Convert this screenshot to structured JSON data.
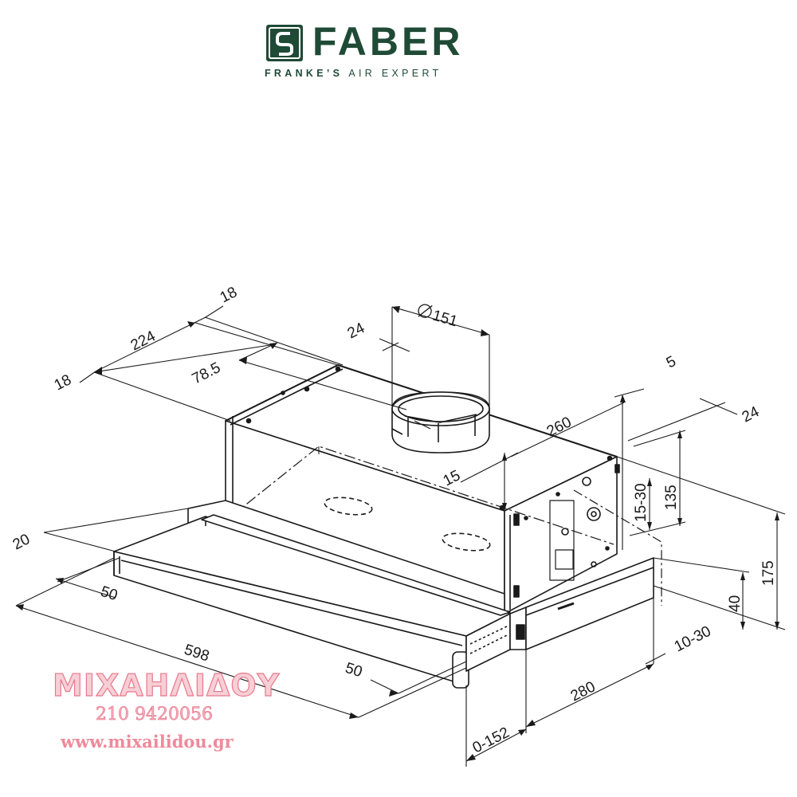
{
  "brand": {
    "name": "FABER",
    "tagline_bold": "FRANKE’S",
    "tagline_rest": " AIR EXPERT",
    "color": "#1f4a36"
  },
  "dimensions": {
    "top_18_upper": "18",
    "top_224": "224",
    "top_18_lower": "18",
    "top_78_5": "78.5",
    "top_24": "24",
    "outlet_dia": "151",
    "right_5": "5",
    "right_260": "260",
    "right_24": "24",
    "inner_15": "15",
    "right_15_30": "15-30",
    "right_135": "135",
    "right_175": "175",
    "right_40": "40",
    "right_10_30": "10-30",
    "bottom_280": "280",
    "bottom_0_152": "0-152",
    "front_598": "598",
    "front_50_left": "50",
    "front_50_right": "50",
    "front_20": "20"
  },
  "watermark": {
    "name": "ΜΙΧΑΗΛΙΔΟΥ",
    "phone": "210 9420056",
    "url": "www.mixailidou.gr"
  }
}
